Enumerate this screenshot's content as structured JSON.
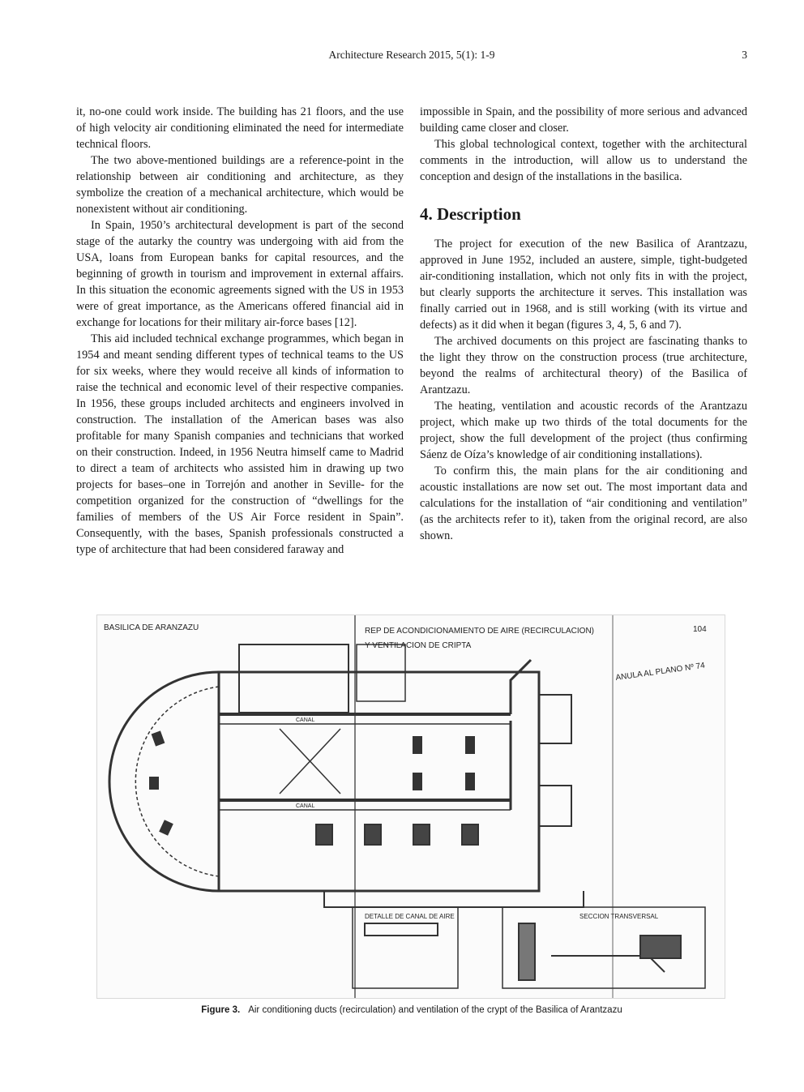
{
  "header": {
    "journal": "Architecture Research 2015, 5(1): 1-9",
    "page_number": "3"
  },
  "left_column": {
    "p1": "it, no-one could work inside. The building has 21 floors, and the use of high velocity air conditioning eliminated the need for intermediate technical floors.",
    "p2": "The two above-mentioned buildings are a reference-point in the relationship between air conditioning and architecture, as they symbolize the creation of a mechanical architecture, which would be nonexistent without air conditioning.",
    "p3": "In Spain, 1950’s architectural development is part of the second stage of the autarky the country was undergoing with aid from the USA, loans from European banks for capital resources, and the beginning of growth in tourism and improvement in external affairs. In this situation the economic agreements signed with the US in 1953 were of great importance, as the Americans offered financial aid in exchange for locations for their military air-force bases [12].",
    "p4": "This aid included technical exchange programmes, which began in 1954 and meant sending different types of technical teams to the US for six weeks, where they would receive all kinds of information to raise the technical and economic level of their respective companies. In 1956, these groups included architects and engineers involved in construction. The installation of the American bases was also profitable for many Spanish companies and technicians that worked on their construction. Indeed, in 1956 Neutra himself came to Madrid to direct a team of architects who assisted him in drawing up two projects for bases–one in Torrejón and another in Seville- for the competition organized for the construction of “dwellings for the families of members of the US Air Force resident in Spain”. Consequently, with the bases, Spanish professionals constructed a type of architecture that had been considered faraway and"
  },
  "right_column": {
    "p1": "impossible in Spain, and the possibility of more serious and advanced building came closer and closer.",
    "p2": "This global technological context, together with the architectural comments in the introduction, will allow us to understand the conception and design of the installations in the basilica.",
    "section_heading": "4. Description",
    "p3": "The project for execution of the new Basilica of Arantzazu, approved in June 1952, included an austere, simple, tight-budgeted air-conditioning installation, which not only fits in with the project, but clearly supports the architecture it serves. This installation was finally carried out in 1968, and is still working (with its virtue and defects) as it did when it began (figures 3, 4, 5, 6 and 7).",
    "p4": "The archived documents on this project are fascinating thanks to the light they throw on the construction process (true architecture, beyond the realms of architectural theory) of the Basilica of Arantzazu.",
    "p5": "The heating, ventilation and acoustic records of the Arantzazu project, which make up two thirds of the total documents for the project, show the full development of the project (thus confirming Sáenz de Oíza’s knowledge of air conditioning installations).",
    "p6": "To confirm this, the main plans for the air conditioning and acoustic installations are now set out. The most important data and calculations for the installation of “air conditioning and ventilation” (as the architects refer to it), taken from the original record, are also shown."
  },
  "figure": {
    "drawing_labels": {
      "basilica": "BASILICA DE ARANZAZU",
      "title_line1": "REP DE ACONDICIONAMIENTO DE AIRE (RECIRCULACION)",
      "title_line2": "Y VENTILACION DE CRIPTA",
      "annul": "ANULA AL PLANO Nº 74",
      "sheet_number": "104",
      "detail": "DETALLE DE CANAL DE AIRE",
      "section": "SECCION TRANSVERSAL",
      "canal": "CANAL"
    },
    "caption_label": "Figure 3.",
    "caption_text": "Air conditioning ducts (recirculation) and ventilation of the crypt of the Basilica of Arantzazu"
  }
}
